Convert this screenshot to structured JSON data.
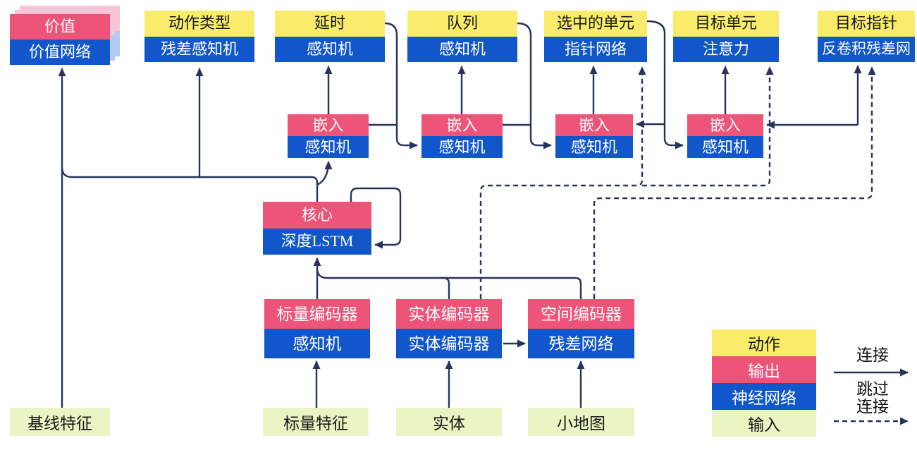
{
  "diagram": {
    "nodes": {
      "value": {
        "top": "价值",
        "bottom": "价值网络"
      },
      "action_type": {
        "top": "动作类型",
        "bottom": "残差感知机"
      },
      "delay": {
        "top": "延时",
        "bottom": "感知机"
      },
      "queue": {
        "top": "队列",
        "bottom": "感知机"
      },
      "selected_units": {
        "top": "选中的单元",
        "bottom": "指针网络"
      },
      "target_unit": {
        "top": "目标单元",
        "bottom": "注意力"
      },
      "target_point": {
        "top": "目标指针",
        "bottom": "反卷积残差网"
      },
      "embed1": {
        "top": "嵌入",
        "bottom": "感知机"
      },
      "embed2": {
        "top": "嵌入",
        "bottom": "感知机"
      },
      "embed3": {
        "top": "嵌入",
        "bottom": "感知机"
      },
      "embed4": {
        "top": "嵌入",
        "bottom": "感知机"
      },
      "core": {
        "top": "核心",
        "bottom": "深度LSTM"
      },
      "scalar_encoder": {
        "top": "标量编码器",
        "bottom": "感知机"
      },
      "entity_encoder": {
        "top": "实体编码器",
        "bottom": "实体编码器"
      },
      "spatial_encoder": {
        "top": "空间编码器",
        "bottom": "残差网络"
      },
      "baseline_features": {
        "label": "基线特征"
      },
      "scalar_features": {
        "label": "标量特征"
      },
      "entities": {
        "label": "实体"
      },
      "minimap": {
        "label": "小地图"
      }
    },
    "legend": {
      "action": "动作",
      "output": "输出",
      "neural_network": "神经网络",
      "input": "输入",
      "connection": "连接",
      "skip_line1": "跳过",
      "skip_line2": "连接"
    },
    "colors": {
      "action_yellow": "#F9EC6B",
      "output_red": "#EE5378",
      "network_blue": "#1156CA",
      "input_green": "#EAF5C3",
      "line_navy": "#27335C",
      "shadow_pink": "#F8C3D6",
      "shadow_blue": "#B4CAF4"
    }
  }
}
